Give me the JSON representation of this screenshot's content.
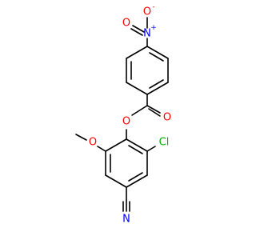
{
  "colors": {
    "carbon": "#000000",
    "oxygen": "#ff0000",
    "nitrogen": "#0000ff",
    "chlorine": "#00b000"
  },
  "atoms": {
    "nitro_n": {
      "label": "N",
      "charge": "+",
      "element": "nitrogen"
    },
    "nitro_o_top": {
      "label": "O",
      "charge": "-",
      "element": "oxygen"
    },
    "nitro_o_left": {
      "label": "O",
      "element": "oxygen"
    },
    "carbonyl_o": {
      "label": "O",
      "element": "oxygen"
    },
    "ester_o": {
      "label": "O",
      "element": "oxygen"
    },
    "methoxy_o": {
      "label": "O",
      "element": "oxygen"
    },
    "chlorine": {
      "label": "Cl",
      "element": "chlorine"
    },
    "nitrile_n": {
      "label": "N",
      "element": "nitrogen"
    }
  }
}
